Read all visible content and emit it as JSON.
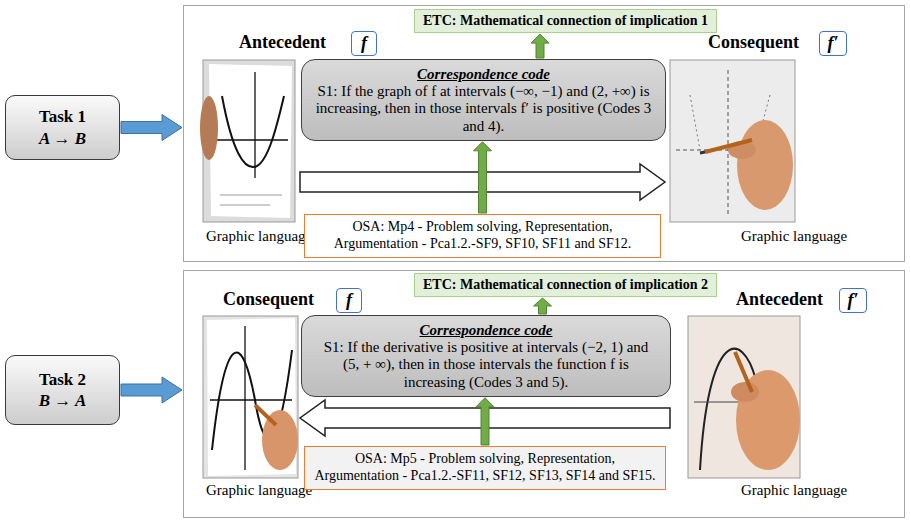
{
  "diagram": {
    "nodes": [
      {
        "text": [
          "Task 1",
          "A → B"
        ]
      },
      {
        "text": [
          "Antecedent",
          "Graphic language",
          "Consequent",
          "Graphic language"
        ]
      },
      {
        "text": [
          "f"
        ],
        "in": 1
      },
      {
        "text": [
          "ETC: Mathematical connection of implication 1"
        ],
        "in": 1
      },
      {
        "text": [
          "f′"
        ],
        "in": 1
      },
      {
        "text": [
          "Correspondence code",
          "S1: If the graph of f at intervals (−∞, −1) and (2, +∞) is increasing, then in those intervals f′ is positive (Codes 3 and 4)."
        ],
        "in": 1
      },
      {
        "text": [
          "OSA: Mp4 - Problem solving, Representation, Argumentation - Pca1.2.-SF9, SF10, SF11 and SF12."
        ],
        "in": 1
      },
      {
        "text": [
          "Task 2",
          "B → A"
        ]
      },
      {
        "text": [
          "Consequent",
          "Graphic language",
          "Antecedent",
          "Graphic language"
        ]
      },
      {
        "text": [
          "f"
        ],
        "in": 8
      },
      {
        "text": [
          "ETC: Mathematical connection of implication 2"
        ],
        "in": 8
      },
      {
        "text": [
          "f′"
        ],
        "in": 8
      },
      {
        "text": [
          "Correspondence code",
          "S1: If the derivative is positive at intervals (−2, 1) and (5, + ∞), then in those intervals the function f is increasing (Codes 3 and 5)."
        ],
        "in": 8
      },
      {
        "text": [
          "OSA: Mp5 - Problem solving, Representation, Argumentation - Pca1.2.-SF11, SF12, SF13, SF14 and SF15."
        ],
        "in": 8
      }
    ],
    "edges": [
      {
        "from": 0,
        "to": 1,
        "arrow": "to"
      },
      {
        "from": 5,
        "to": 3,
        "arrow": "to"
      },
      {
        "from": 6,
        "to": 5,
        "arrow": "to"
      },
      {
        "from": 7,
        "to": 8,
        "arrow": "to"
      },
      {
        "from": 12,
        "to": 10,
        "arrow": "to"
      },
      {
        "from": 13,
        "to": 12,
        "arrow": "to"
      }
    ]
  }
}
